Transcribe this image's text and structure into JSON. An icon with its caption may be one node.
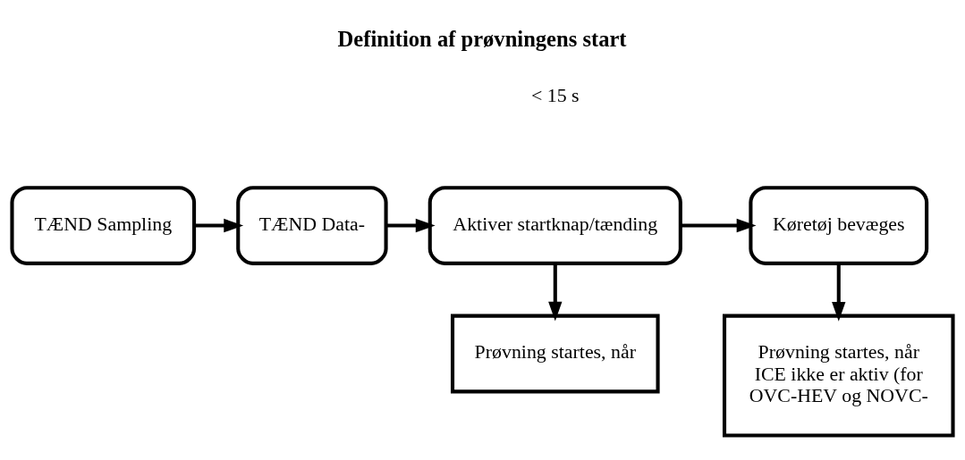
{
  "diagram": {
    "title": "Definition af prøvningens start",
    "nodes": [
      {
        "text": [
          "TÆND Sampling"
        ]
      },
      {
        "text": [
          "TÆND Data-"
        ]
      },
      {
        "text": [
          "Aktiver startknap/tænding"
        ]
      },
      {
        "text": [
          "Køretøj bevæges"
        ]
      },
      {
        "text": [
          "Prøvning startes, når"
        ]
      },
      {
        "text": [
          "Prøvning startes, når ICE ikke er aktiv (for OVC-HEV og NOVC-"
        ]
      }
    ],
    "edges": [
      {
        "from": 0,
        "to": 1,
        "arrow": "to"
      },
      {
        "from": 1,
        "to": 2,
        "arrow": "to"
      },
      {
        "from": 2,
        "to": 3,
        "arrow": "to"
      },
      {
        "from": 2,
        "to": 4,
        "arrow": "to"
      },
      {
        "from": 3,
        "to": 5,
        "arrow": "to"
      }
    ],
    "labels": [
      "< 15 s"
    ]
  }
}
